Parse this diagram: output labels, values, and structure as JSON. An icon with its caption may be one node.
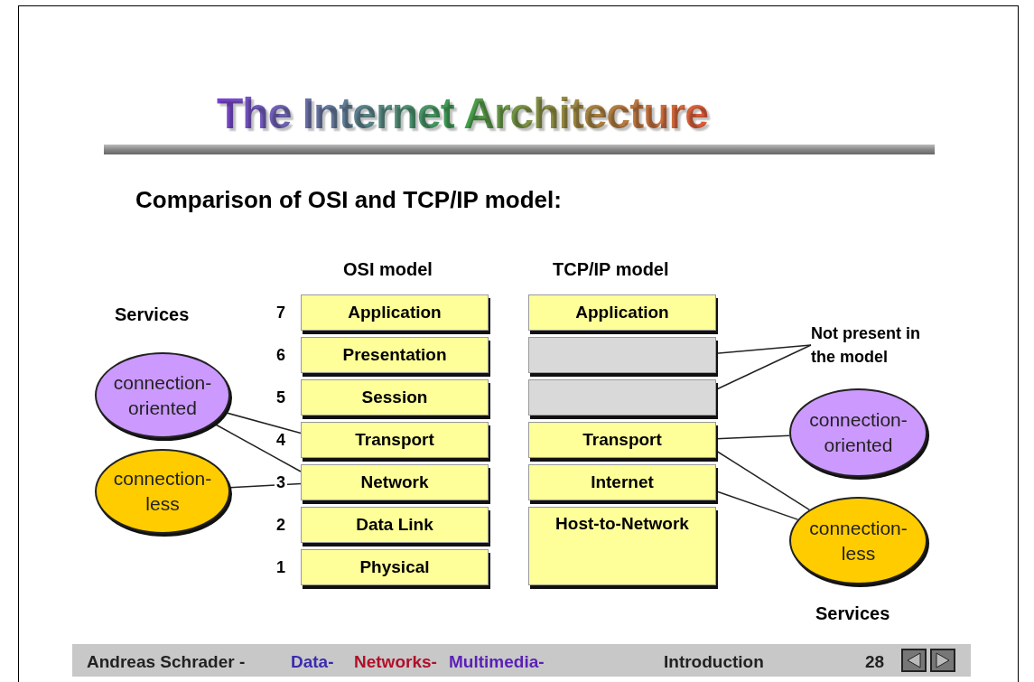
{
  "diagram": {
    "title": "The Internet Architecture",
    "nodes": [
      {
        "text": [
          "Application"
        ]
      },
      {
        "text": [
          "Presentation"
        ]
      },
      {
        "text": [
          "Session"
        ]
      },
      {
        "text": [
          "Transport"
        ]
      },
      {
        "text": [
          "Network"
        ]
      },
      {
        "text": [
          "Data Link"
        ]
      },
      {
        "text": [
          "Physical"
        ]
      },
      {
        "text": [
          "Application"
        ]
      },
      {
        "text": [],
        "shape": "box"
      },
      {
        "text": [],
        "shape": "box"
      },
      {
        "text": [
          "Transport"
        ]
      },
      {
        "text": [
          "Internet"
        ]
      },
      {
        "text": [
          "Host-to-Network"
        ]
      },
      {
        "text": [
          "connection-oriented"
        ]
      },
      {
        "text": [
          "connection-less"
        ]
      },
      {
        "text": [
          "connection-oriented"
        ]
      },
      {
        "text": [
          "connection-less"
        ]
      },
      {
        "text": [
          "Not present in the model"
        ]
      }
    ],
    "edges": [
      {
        "from": 13,
        "to": 3,
        "arrow": "none"
      },
      {
        "from": 13,
        "to": 4,
        "arrow": "none"
      },
      {
        "from": 14,
        "to": 4,
        "arrow": "none"
      },
      {
        "from": 15,
        "to": 10,
        "arrow": "none"
      },
      {
        "from": 16,
        "to": 10,
        "arrow": "none"
      },
      {
        "from": 16,
        "to": 11,
        "arrow": "none"
      },
      {
        "from": 17,
        "to": 8,
        "arrow": "none"
      },
      {
        "from": 17,
        "to": 9,
        "arrow": "none"
      }
    ],
    "labels": [
      "Comparison of OSI and TCP/IP model:",
      "OSI model",
      "TCP/IP model",
      "Services",
      "7",
      "6",
      "5",
      "4",
      "3",
      "2",
      "1",
      "Services",
      "Andreas Schrader -",
      "Data-",
      "Networks-",
      "Multimedia-",
      "Introduction",
      "28"
    ]
  }
}
